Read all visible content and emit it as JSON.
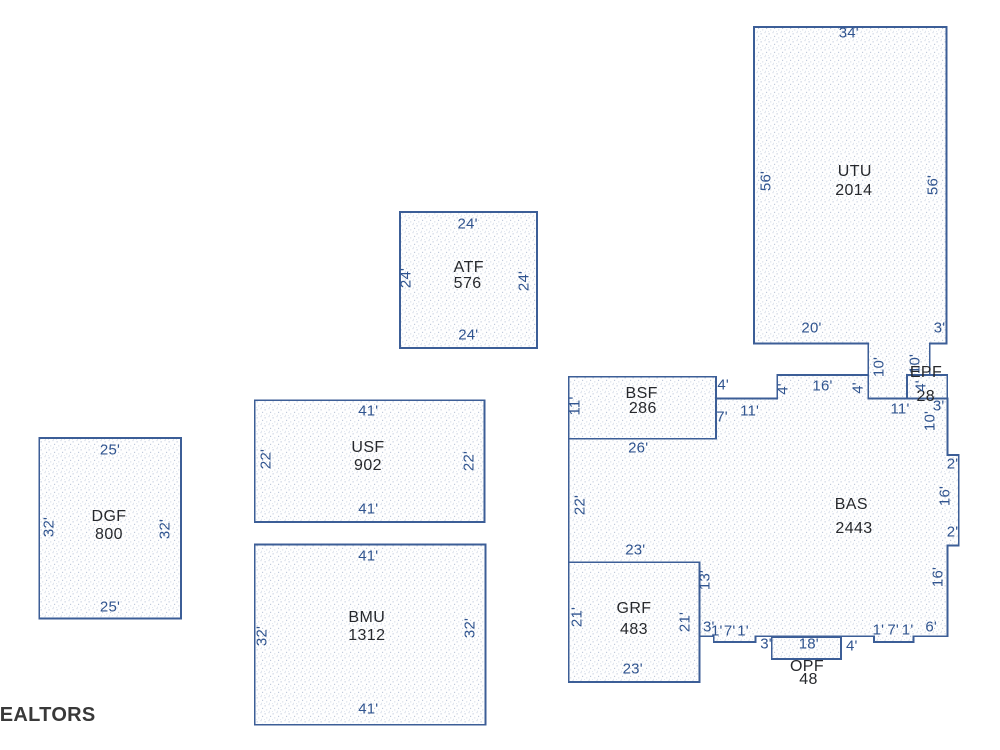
{
  "page": {
    "title": "Floor plan sketch",
    "type": "residential appraisal sketch",
    "background": "#ffffff"
  },
  "colors": {
    "outline": "#3c5e97",
    "dimension_text": "#30548f",
    "name_text": "#26282c",
    "fill_dot": "#b3c0d6"
  },
  "watermark": {
    "text": "REALTORS"
  },
  "structures": [
    {
      "id": "dgf",
      "code": "DGF",
      "area": "800",
      "dims": [
        {
          "text": "25'"
        },
        {
          "text": "32'"
        },
        {
          "text": "32'"
        },
        {
          "text": "25'"
        }
      ]
    },
    {
      "id": "usf",
      "code": "USF",
      "area": "902",
      "dims": [
        {
          "text": "41'"
        },
        {
          "text": "22'"
        },
        {
          "text": "22'"
        },
        {
          "text": "41'"
        }
      ]
    },
    {
      "id": "bmu",
      "code": "BMU",
      "area": "1312",
      "dims": [
        {
          "text": "41'"
        },
        {
          "text": "32'"
        },
        {
          "text": "32'"
        },
        {
          "text": "41'"
        }
      ]
    },
    {
      "id": "atf",
      "code": "ATF",
      "area": "576",
      "dims": [
        {
          "text": "24'"
        },
        {
          "text": "24'"
        },
        {
          "text": "24'"
        },
        {
          "text": "24'"
        }
      ]
    },
    {
      "id": "utu",
      "code": "UTU",
      "area": "2014",
      "dims": [
        {
          "text": "34'"
        },
        {
          "text": "56'"
        },
        {
          "text": "56'"
        },
        {
          "text": "20'"
        },
        {
          "text": "3'"
        },
        {
          "text": "10'"
        },
        {
          "text": "10'"
        }
      ]
    },
    {
      "id": "bas",
      "code": "BAS",
      "area": "2443",
      "dims": [
        {
          "text": "4'"
        },
        {
          "text": "11'"
        },
        {
          "text": "7'"
        },
        {
          "text": "4'"
        },
        {
          "text": "16'"
        },
        {
          "text": "4'"
        },
        {
          "text": "11'"
        },
        {
          "text": "3'"
        },
        {
          "text": "10'"
        },
        {
          "text": "2'"
        },
        {
          "text": "16'"
        },
        {
          "text": "2'"
        },
        {
          "text": "16'"
        },
        {
          "text": "6'"
        },
        {
          "text": "1'"
        },
        {
          "text": "7'"
        },
        {
          "text": "1'"
        },
        {
          "text": "3'"
        },
        {
          "text": "1'"
        },
        {
          "text": "7'"
        },
        {
          "text": "1'"
        },
        {
          "text": "22'"
        },
        {
          "text": "23'"
        },
        {
          "text": "13'"
        }
      ]
    },
    {
      "id": "bsf",
      "code": "BSF",
      "area": "286",
      "dims": [
        {
          "text": "11'"
        },
        {
          "text": "26'"
        }
      ]
    },
    {
      "id": "grf",
      "code": "GRF",
      "area": "483",
      "dims": [
        {
          "text": "21'"
        },
        {
          "text": "21'"
        },
        {
          "text": "23'"
        }
      ]
    },
    {
      "id": "epf",
      "code": "EPF",
      "area": "28",
      "dims": [
        {
          "text": "4'"
        }
      ]
    },
    {
      "id": "opf",
      "code": "OPF",
      "area": "48",
      "dims": [
        {
          "text": "18'"
        },
        {
          "text": "3'"
        },
        {
          "text": "4'"
        }
      ]
    }
  ]
}
